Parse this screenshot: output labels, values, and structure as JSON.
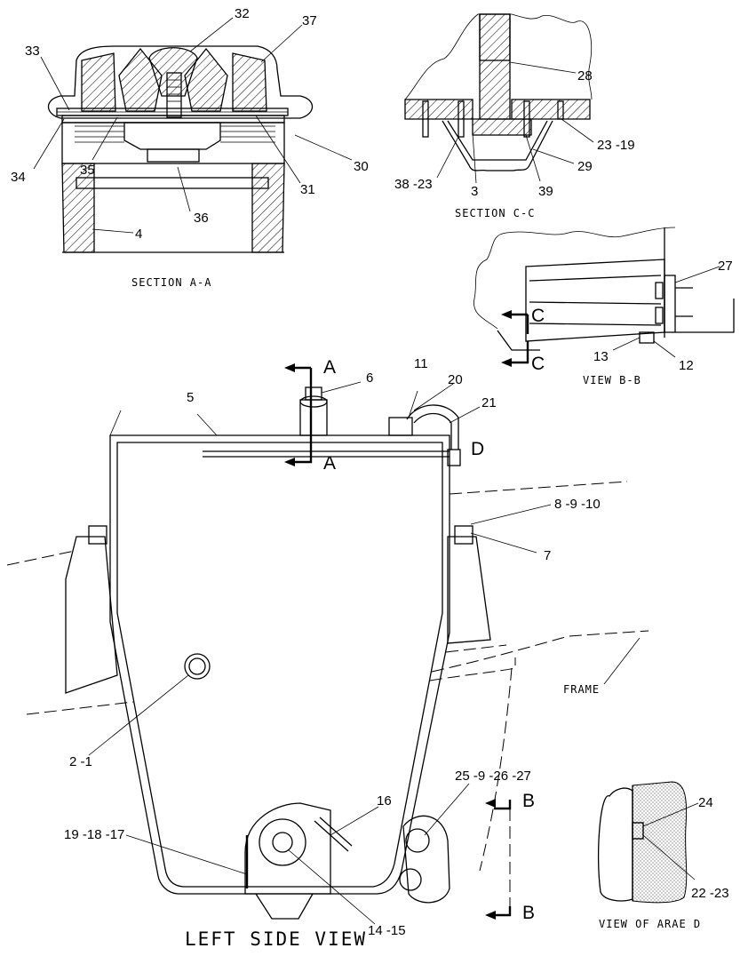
{
  "labels": {
    "p32": "32",
    "p37": "37",
    "p33": "33",
    "p34": "34",
    "p35": "35",
    "p36": "36",
    "p31": "31",
    "p30": "30",
    "p4": "4",
    "section_aa": "SECTION A-A",
    "p28": "28",
    "p23_19": "23 -19",
    "p29": "29",
    "p38_23": "38 -23",
    "p3": "3",
    "p39": "39",
    "section_cc": "SECTION C-C",
    "p27": "27",
    "p13": "13",
    "p12": "12",
    "view_bb": "VIEW B-B",
    "p6": "6",
    "p11": "11",
    "p20": "20",
    "p21": "21",
    "p5": "5",
    "p8_9_10": "8 -9 -10",
    "p7": "7",
    "frame": "FRAME",
    "p2_1": "2 -1",
    "p25_9_26_27": "25 -9 -26 -27",
    "p16": "16",
    "p19_18_17": "19 -18 -17",
    "p14_15": "14 -15",
    "left_side_view": "LEFT SIDE VIEW",
    "p24": "24",
    "p22_23": "22 -23",
    "view_area_d": "VIEW OF ARAE D",
    "sec_a_top": "A",
    "sec_a_bottom": "A",
    "sec_c_top": "C",
    "sec_c_bottom": "C",
    "sec_b_top": "B",
    "sec_b_bottom": "B",
    "sec_d": "D"
  }
}
